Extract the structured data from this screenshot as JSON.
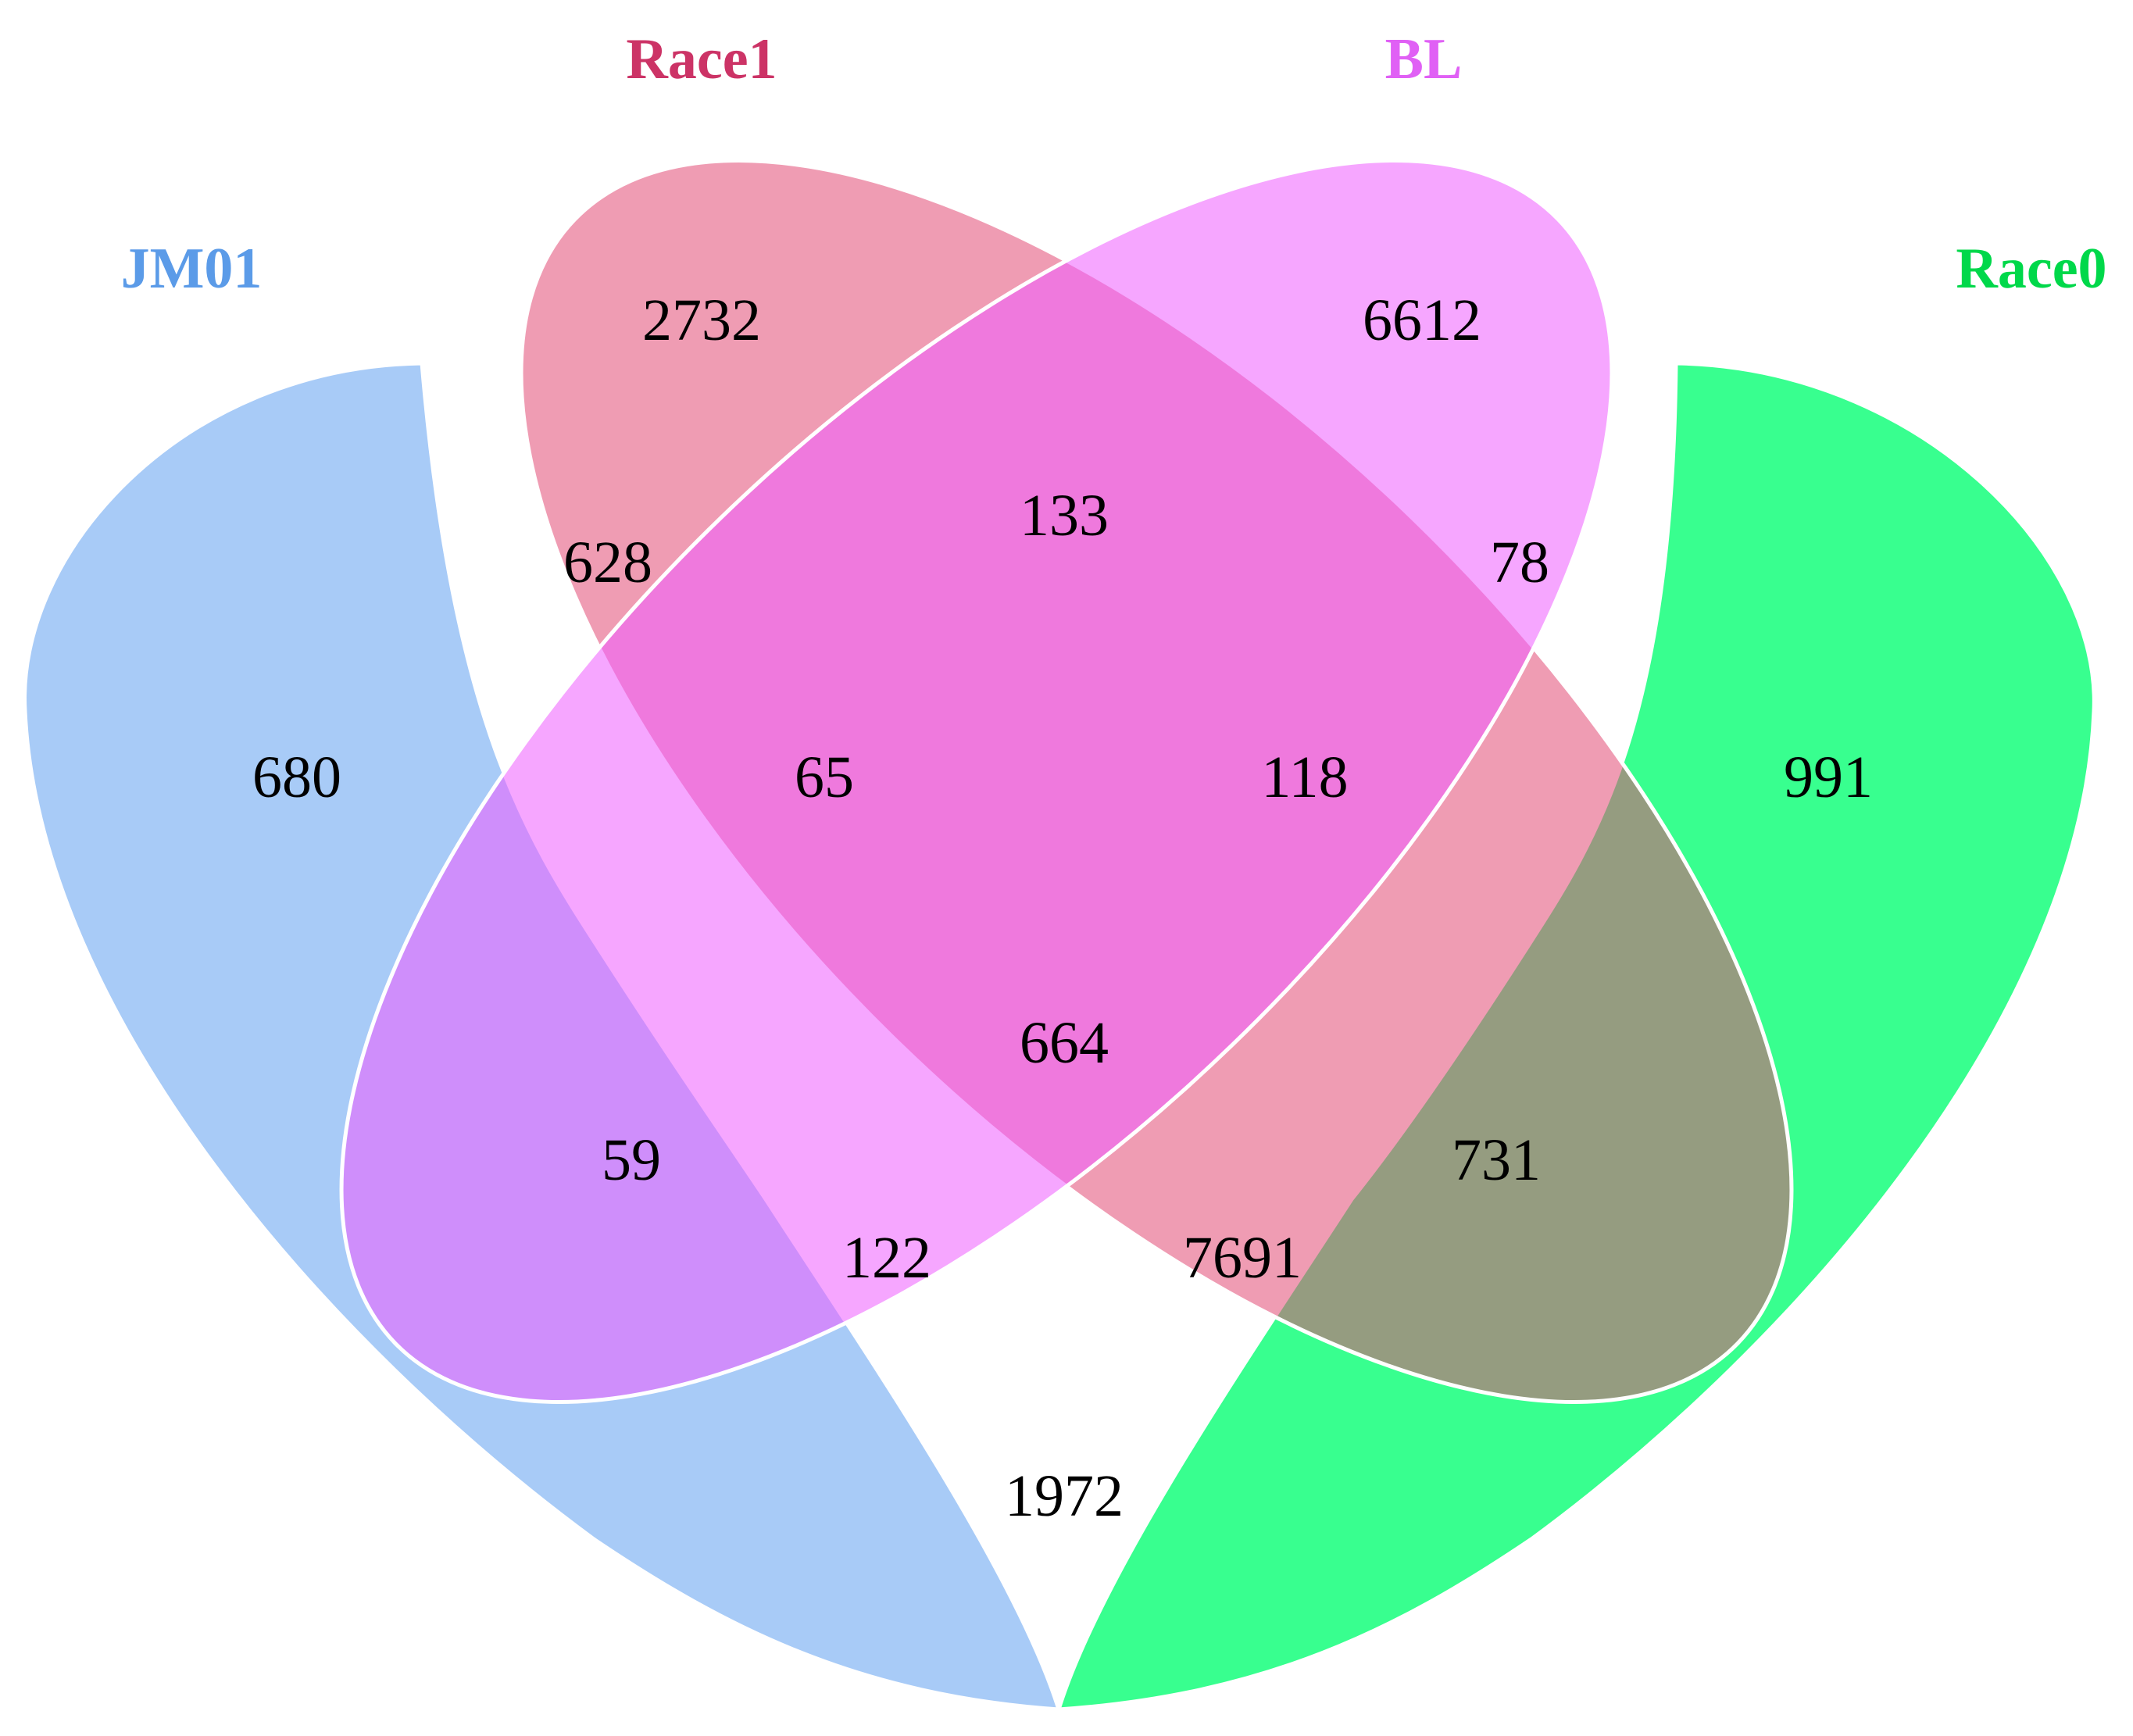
{
  "sets": [
    {
      "key": "jm01",
      "label": "JM01",
      "color": "#a8cbf7"
    },
    {
      "key": "race1",
      "label": "Race1",
      "color": "#e14a74"
    },
    {
      "key": "bl",
      "label": "BL",
      "color": "#ee5cff"
    },
    {
      "key": "race0",
      "label": "Race0",
      "color": "#00ff70"
    }
  ],
  "regions": {
    "jm01_only": "680",
    "race1_only": "2732",
    "bl_only": "6612",
    "race0_only": "991",
    "jm01_race1": "628",
    "race1_bl": "133",
    "bl_race0": "78",
    "jm01_race1_bl": "65",
    "race1_bl_race0": "118",
    "all_four": "664",
    "jm01_bl": "59",
    "race1_race0": "731",
    "jm01_bl_race0": "122",
    "jm01_race1_race0": "7691",
    "jm01_race0": "1972"
  }
}
